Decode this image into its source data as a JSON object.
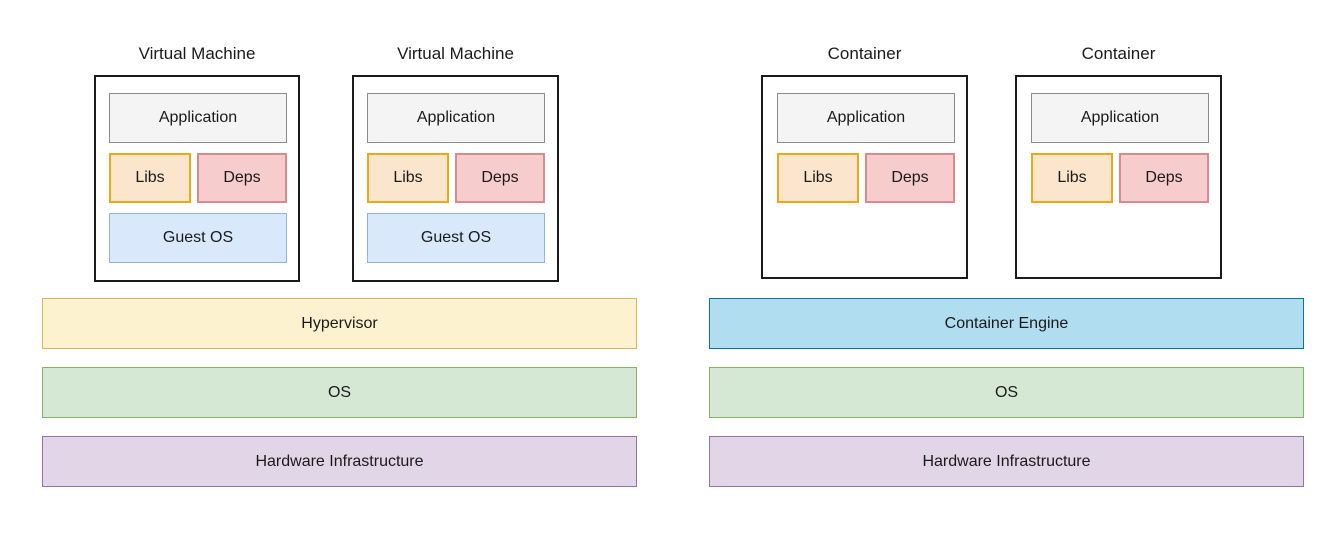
{
  "diagram": {
    "title_left": "Virtual Machine",
    "title_right": "Container",
    "labels": {
      "application": "Application",
      "libs": "Libs",
      "deps": "Deps",
      "guest_os": "Guest OS",
      "hypervisor": "Hypervisor",
      "container_engine": "Container Engine",
      "os": "OS",
      "hardware": "Hardware Infrastructure"
    },
    "colors": {
      "application_fill": "#f4f4f4",
      "application_stroke": "#8c8c8c",
      "libs_fill": "#fce5cd",
      "libs_stroke": "#e8ab17",
      "deps_fill": "#f6cccc",
      "deps_stroke": "#d98b8b",
      "guest_os_fill": "#dae8fc",
      "guest_os_stroke": "#8fb2e0",
      "hypervisor_fill": "#fdf2cf",
      "hypervisor_stroke": "#d6b656",
      "container_engine_fill": "#b1ddf0",
      "container_engine_stroke": "#10739e",
      "os_fill": "#d5e8d4",
      "os_stroke": "#82b366",
      "hardware_fill": "#e1d5e7",
      "hardware_stroke": "#9673a6",
      "unit_box_stroke": "#1a1a1a",
      "background": "#ffffff"
    }
  },
  "left_stack": {
    "units": [
      {
        "title": "Virtual Machine",
        "blocks": [
          "Application",
          "Libs",
          "Deps",
          "Guest OS"
        ]
      },
      {
        "title": "Virtual Machine",
        "blocks": [
          "Application",
          "Libs",
          "Deps",
          "Guest OS"
        ]
      }
    ],
    "layers": [
      "Hypervisor",
      "OS",
      "Hardware Infrastructure"
    ]
  },
  "right_stack": {
    "units": [
      {
        "title": "Container",
        "blocks": [
          "Application",
          "Libs",
          "Deps"
        ]
      },
      {
        "title": "Container",
        "blocks": [
          "Application",
          "Libs",
          "Deps"
        ]
      }
    ],
    "layers": [
      "Container Engine",
      "OS",
      "Hardware Infrastructure"
    ]
  }
}
